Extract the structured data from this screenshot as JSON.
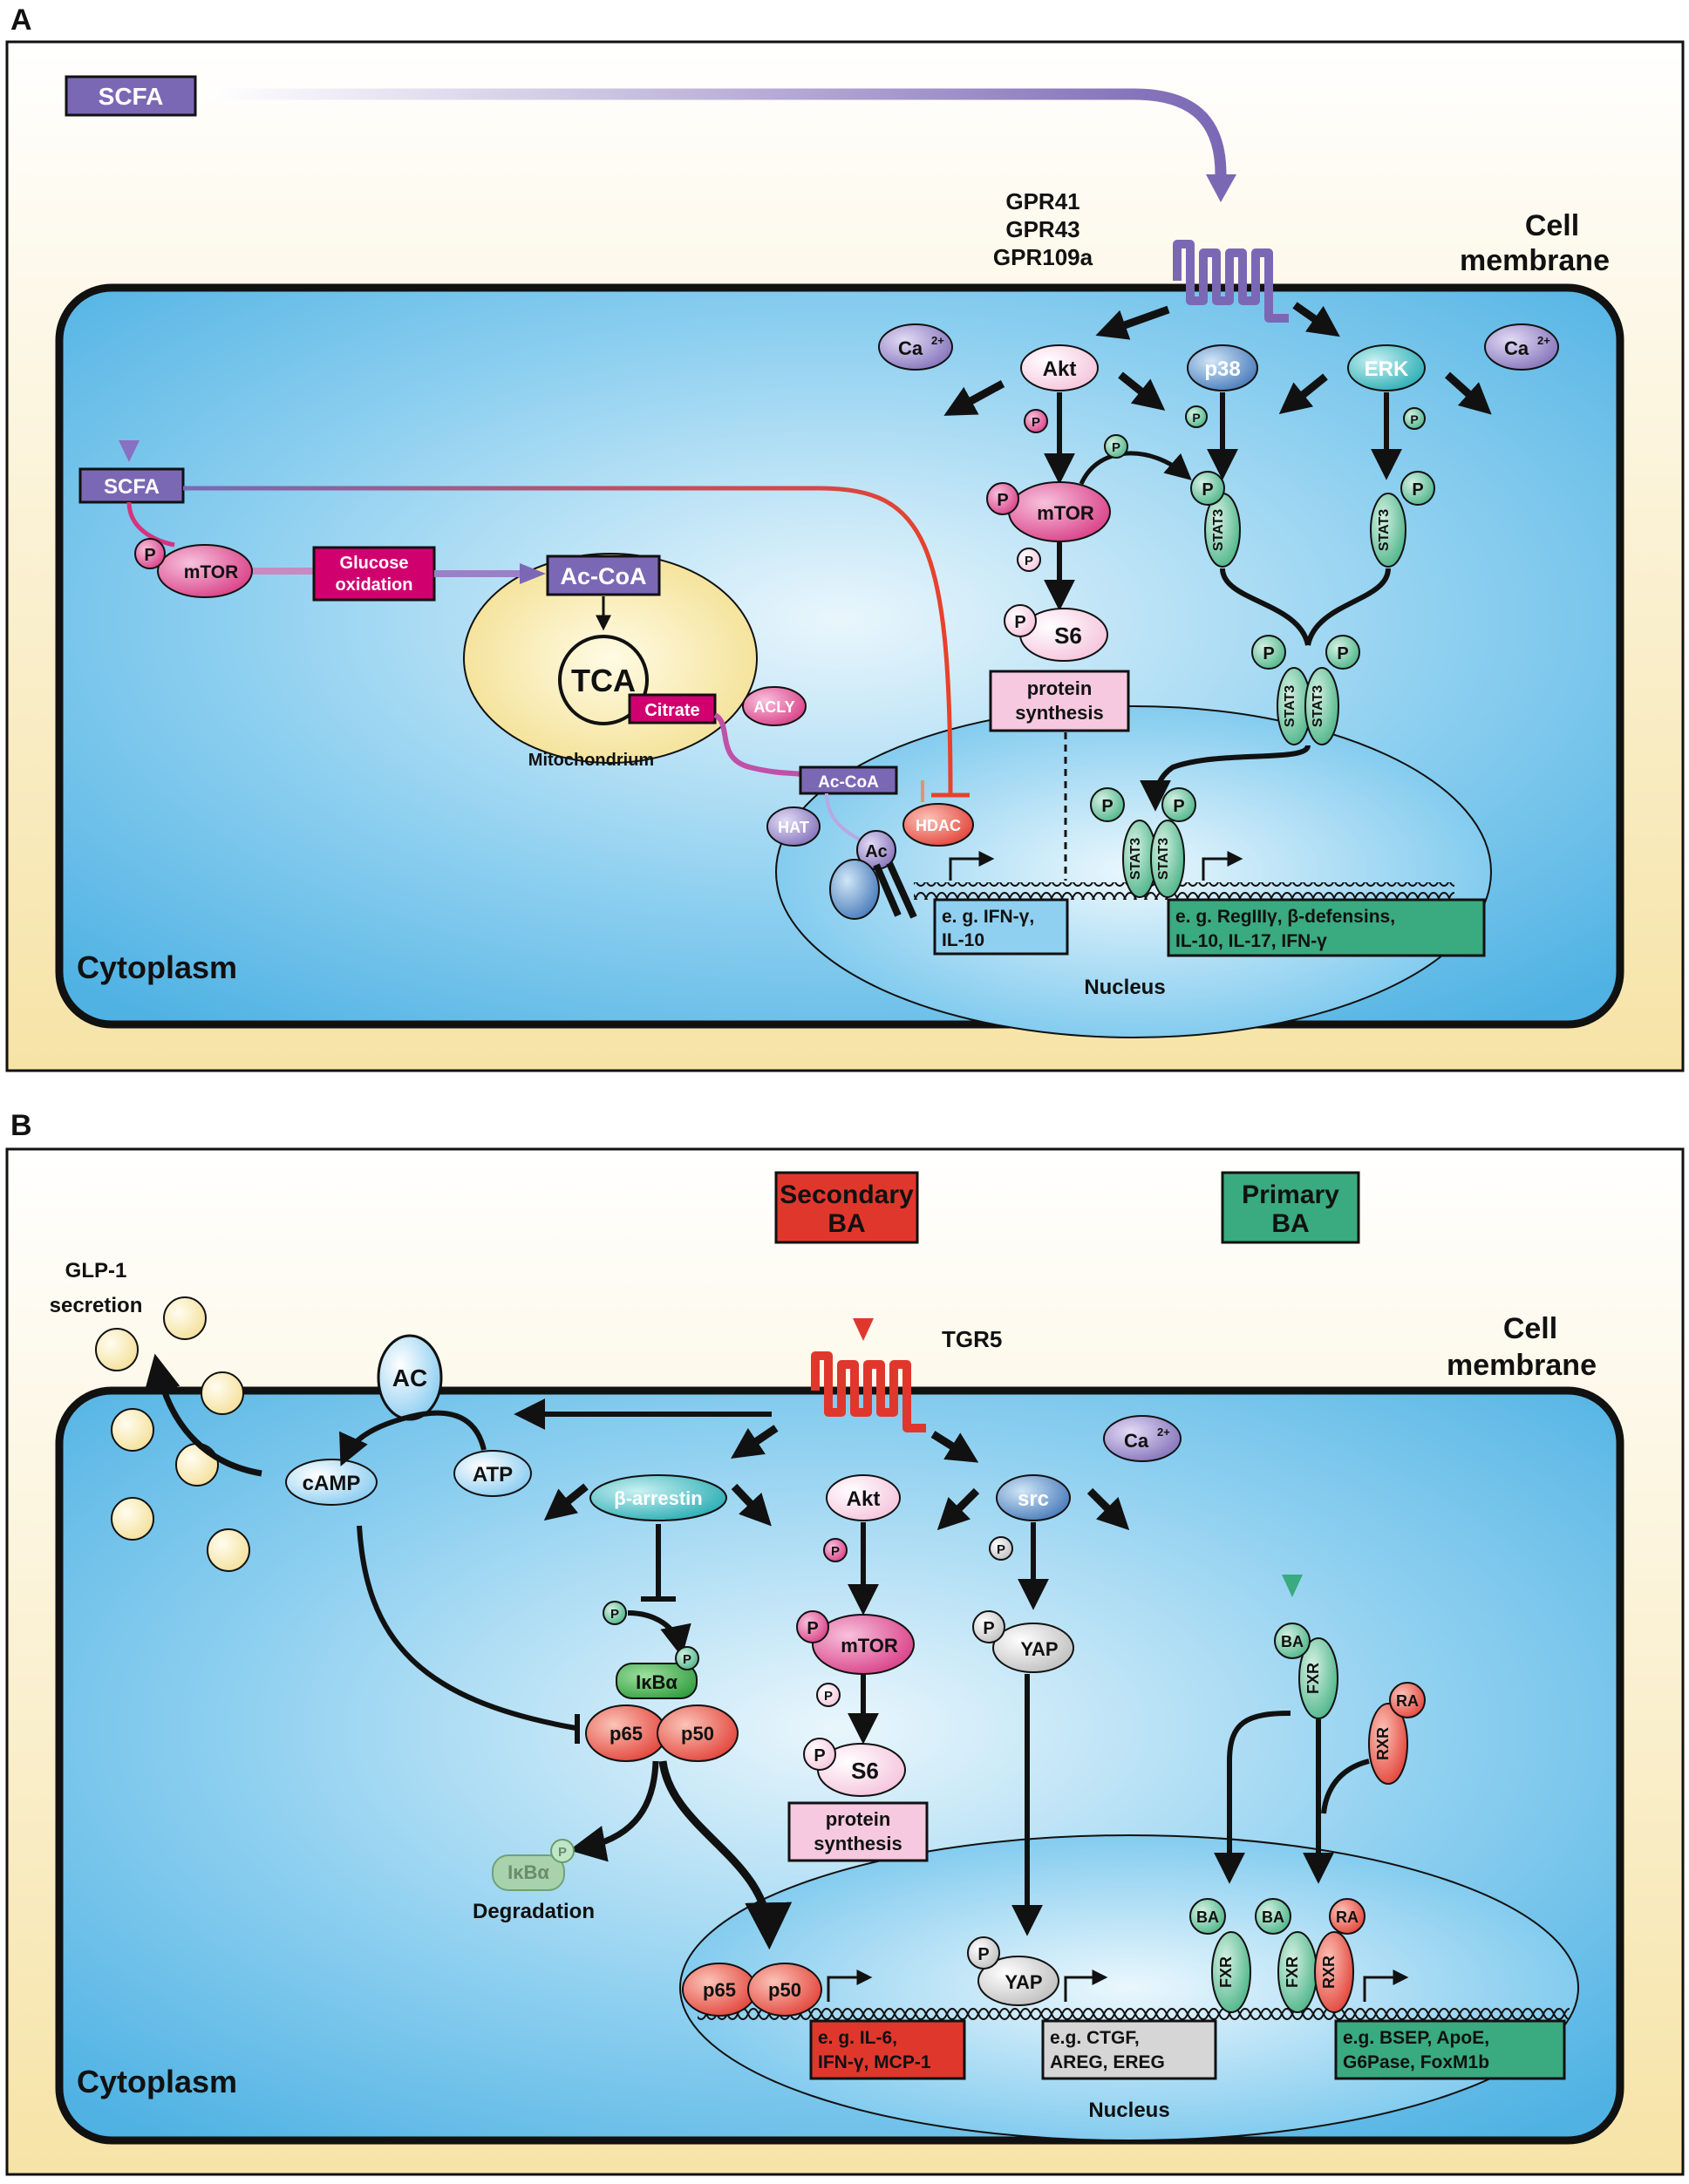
{
  "panels": {
    "a": {
      "letter": "A",
      "scfa_top": "SCFA",
      "scfa_inner": "SCFA",
      "receptors": [
        "GPR41",
        "GPR43",
        "GPR109a"
      ],
      "cell_membrane": [
        "Cell",
        "membrane"
      ],
      "ca": "Ca",
      "ca_sup": "2+",
      "akt": "Akt",
      "p38": "p38",
      "erk": "ERK",
      "p": "P",
      "mtor": "mTOR",
      "s6": "S6",
      "stat3": "STAT3",
      "protein_synthesis": [
        "protein",
        "synthesis"
      ],
      "glucose_oxidation": [
        "Glucose",
        "oxidation"
      ],
      "ac_coa": "Ac-CoA",
      "tca": "TCA",
      "citrate": "Citrate",
      "mitochondrium": "Mitochondrium",
      "acly": "ACLY",
      "hat": "HAT",
      "hdac": "HDAC",
      "ac": "Ac",
      "genes_left": [
        "e. g. IFN-γ,",
        "IL-10"
      ],
      "genes_right": [
        "e. g. RegIIIγ, β-defensins,",
        "IL-10, IL-17, IFN-γ"
      ],
      "nucleus": "Nucleus",
      "cytoplasm": "Cytoplasm"
    },
    "b": {
      "letter": "B",
      "secondary_ba": [
        "Secondary",
        "BA"
      ],
      "primary_ba": [
        "Primary",
        "BA"
      ],
      "tgr5": "TGR5",
      "cell_membrane": [
        "Cell",
        "membrane"
      ],
      "glp1": [
        "GLP-1",
        "secretion"
      ],
      "ac_enzyme": "AC",
      "camp": "cAMP",
      "atp": "ATP",
      "beta_arrestin": "β-arrestin",
      "akt": "Akt",
      "src": "src",
      "ca": "Ca",
      "ca_sup": "2+",
      "p": "P",
      "mtor": "mTOR",
      "s6": "S6",
      "yap": "YAP",
      "protein_synthesis": [
        "protein",
        "synthesis"
      ],
      "ikba": "IκBα",
      "p65": "p65",
      "p50": "p50",
      "degradation": "Degradation",
      "ba": "BA",
      "fxr": "FXR",
      "rxr": "RXR",
      "ra": "RA",
      "genes_nfkb": [
        "e. g. IL-6,",
        "IFN-γ, MCP-1"
      ],
      "genes_yap": [
        "e.g. CTGF,",
        "AREG, EREG"
      ],
      "genes_fxr": [
        "e.g. BSEP, ApoE,",
        "G6Pase, FoxM1b"
      ],
      "nucleus": "Nucleus",
      "cytoplasm": "Cytoplasm"
    }
  },
  "colors": {
    "cell_blue": "#5bb8e6",
    "background_cream": "#f8e8b0",
    "scfa_purple": "#7b68b5",
    "mtor_pink": "#d6337f",
    "stat3_green": "#3fae7f",
    "secondary_ba_red": "#e0372d",
    "primary_ba_green": "#3aaa80",
    "nucleus_blue": "#8fd0f0"
  }
}
